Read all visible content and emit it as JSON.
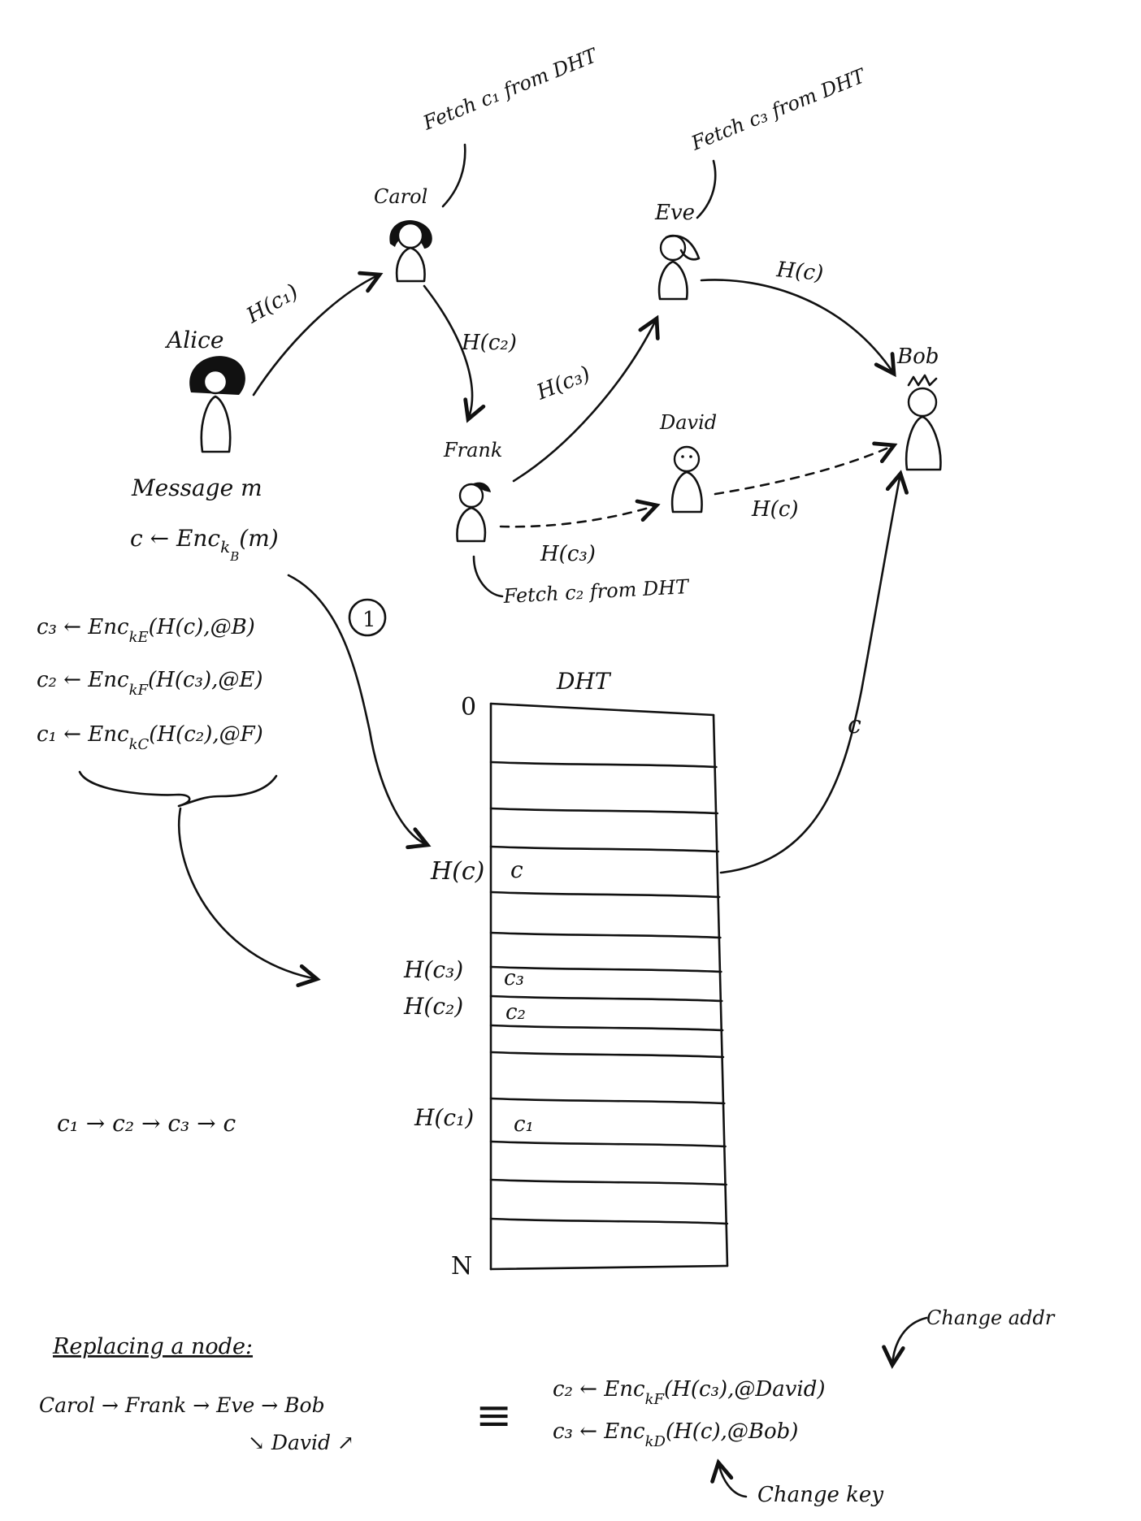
{
  "people": {
    "alice": "Alice",
    "carol": "Carol",
    "eve": "Eve",
    "bob": "Bob",
    "frank": "Frank",
    "david": "David"
  },
  "notes": {
    "carol_fetch": "Fetch c₁ from DHT",
    "eve_fetch": "Fetch c₃ from DHT",
    "frank_fetch": "Fetch c₂ from DHT",
    "message": "Message m",
    "encrypt": "c ← Enc",
    "encrypt_sub": "k",
    "encrypt_subsub": "B",
    "encrypt_arg": "(m)",
    "step_marker": "1"
  },
  "edges": {
    "alice_carol": "H(c₁)",
    "carol_frank": "H(c₂)",
    "frank_eve": "H(c₃)",
    "eve_bob": "H(c)",
    "frank_david": "H(c₃)",
    "david_bob": "H(c)",
    "dht_bob": "c"
  },
  "layers": [
    {
      "lhs": "c₃ ← Enc",
      "sub": "kE",
      "rhs": "(H(c),@B)"
    },
    {
      "lhs": "c₂ ← Enc",
      "sub": "kF",
      "rhs": "(H(c₃),@E)"
    },
    {
      "lhs": "c₁ ← Enc",
      "sub": "kC",
      "rhs": "(H(c₂),@F)"
    }
  ],
  "dht": {
    "title": "DHT",
    "start": "0",
    "end": "N",
    "rows": [
      {
        "key": "H(c)",
        "value": "c"
      },
      {
        "key": "H(c₃)",
        "value": "c₃"
      },
      {
        "key": "H(c₂)",
        "value": "c₂"
      },
      {
        "key": "H(c₁)",
        "value": "c₁"
      }
    ]
  },
  "chain": "c₁ → c₂ → c₃ → c",
  "replace": {
    "heading": "Replacing a node:",
    "path": "Carol → Frank → Eve → Bob",
    "alt": "↘ David ↗",
    "equals": "≡",
    "eq1_lhs": "c₂ ← Enc",
    "eq1_sub": "kF",
    "eq1_rhs": "(H(c₃),@David)",
    "eq2_lhs": "c₃ ← Enc",
    "eq2_sub": "kD",
    "eq2_rhs": "(H(c),@Bob)",
    "note_addr": "Change addr",
    "note_key": "Change key"
  }
}
